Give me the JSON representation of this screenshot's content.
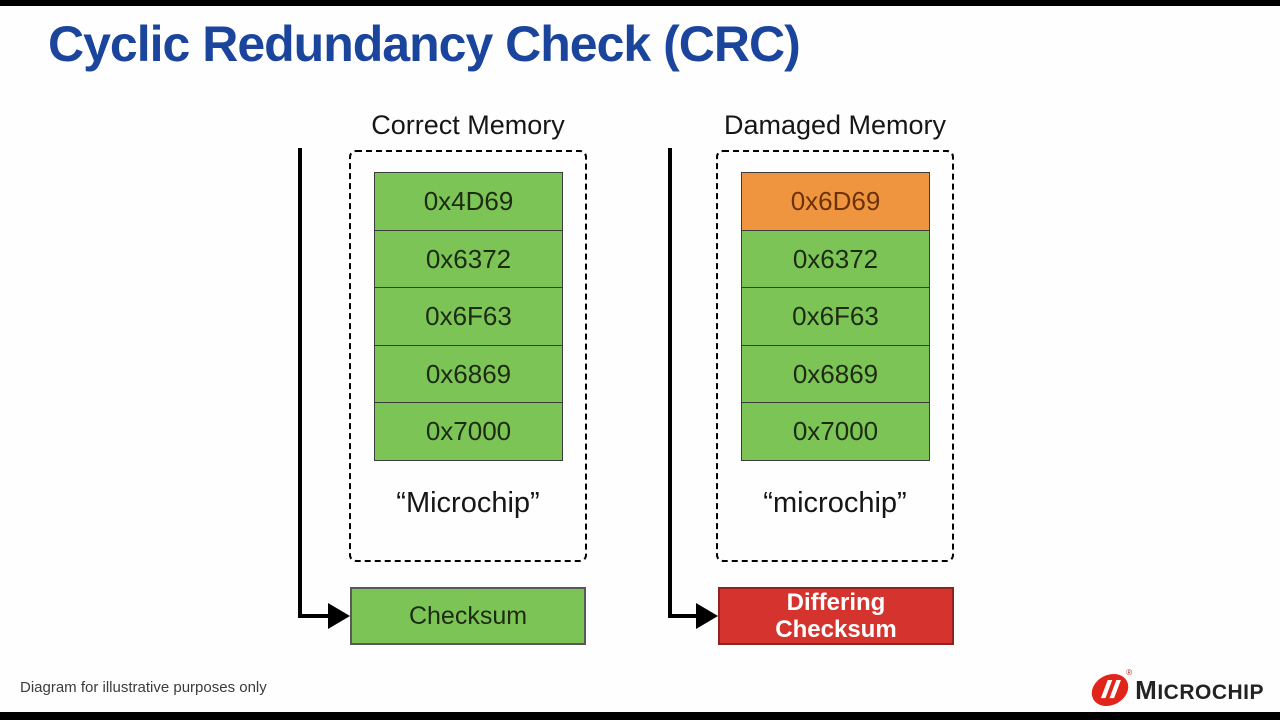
{
  "slide": {
    "title": "Cyclic Redundancy Check (CRC)",
    "footer": "Diagram for illustrative purposes only"
  },
  "colors": {
    "title-blue": "#1B459D",
    "cell-green": "#7CC455",
    "cell-orange": "#F0953F",
    "checksum-red": "#D5342E",
    "logo-red": "#E1251B"
  },
  "panels": [
    {
      "label": "Correct Memory",
      "cells": [
        {
          "value": "0x4D69",
          "state": "ok"
        },
        {
          "value": "0x6372",
          "state": "ok"
        },
        {
          "value": "0x6F63",
          "state": "ok"
        },
        {
          "value": "0x6869",
          "state": "ok"
        },
        {
          "value": "0x7000",
          "state": "ok"
        }
      ],
      "word": "“Microchip”",
      "checksum": {
        "line1": "Checksum",
        "state": "ok"
      }
    },
    {
      "label": "Damaged Memory",
      "cells": [
        {
          "value": "0x6D69",
          "state": "error"
        },
        {
          "value": "0x6372",
          "state": "ok"
        },
        {
          "value": "0x6F63",
          "state": "ok"
        },
        {
          "value": "0x6869",
          "state": "ok"
        },
        {
          "value": "0x7000",
          "state": "ok"
        }
      ],
      "word": "“microchip”",
      "checksum": {
        "line1": "Differing",
        "line2": "Checksum",
        "state": "error"
      }
    }
  ],
  "logo": {
    "text": "MICROCHIP",
    "registered": "®"
  }
}
